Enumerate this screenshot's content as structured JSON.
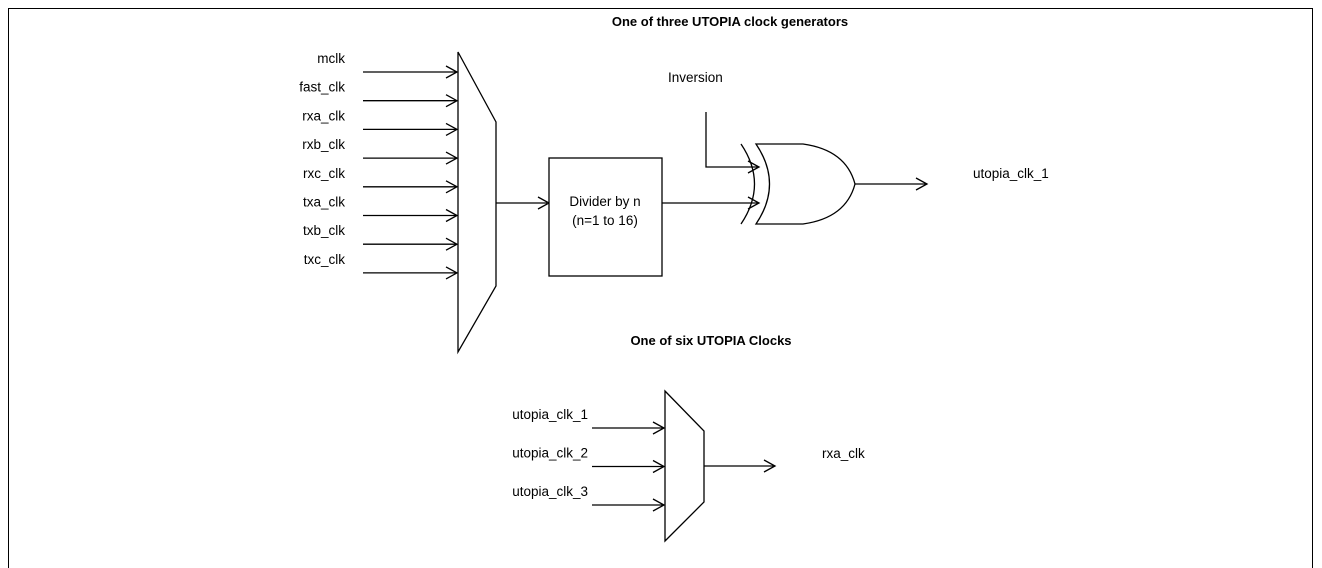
{
  "diagram": {
    "top_title": "One of three UTOPIA clock generators",
    "bottom_title": "One of six UTOPIA Clocks",
    "generator": {
      "inputs": [
        "mclk",
        "fast_clk",
        "rxa_clk",
        "rxb_clk",
        "rxc_clk",
        "txa_clk",
        "txb_clk",
        "txc_clk"
      ],
      "divider_line1": "Divider by n",
      "divider_line2": "(n=1 to 16)",
      "inversion_label": "Inversion",
      "output_label": "utopia_clk_1"
    },
    "selector": {
      "inputs": [
        "utopia_clk_1",
        "utopia_clk_2",
        "utopia_clk_3"
      ],
      "output_label": "rxa_clk"
    }
  }
}
